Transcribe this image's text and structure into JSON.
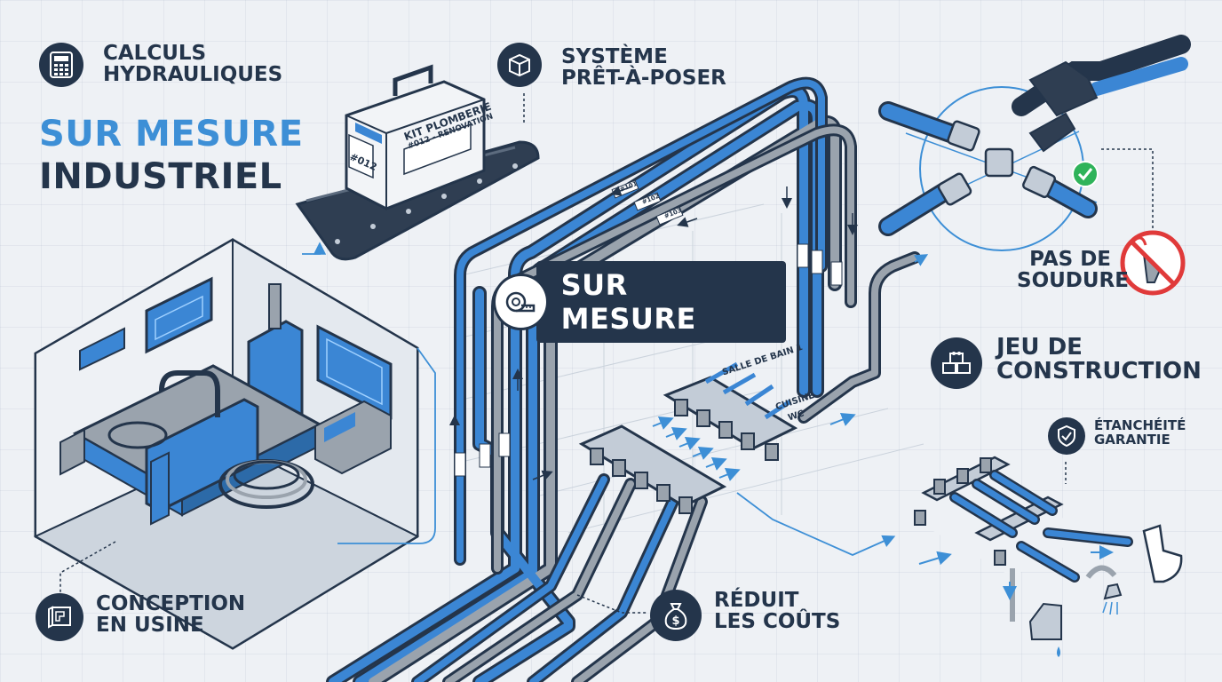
{
  "hero": {
    "line1": "SUR MESURE",
    "line2": "INDUSTRIEL"
  },
  "features": {
    "calculs": {
      "line1": "CALCULS",
      "line2": "HYDRAULIQUES",
      "icon": "calculator-icon"
    },
    "systeme": {
      "line1": "SYSTÈME",
      "line2": "PRÊT-À-POSER",
      "icon": "box-icon"
    },
    "soudure": {
      "line1": "PAS DE",
      "line2": "SOUDURE",
      "icon": "no-welding-icon"
    },
    "construction": {
      "line1": "JEU DE",
      "line2": "CONSTRUCTION",
      "icon": "blocks-icon"
    },
    "etancheite": {
      "line1": "ÉTANCHÉITÉ",
      "line2": "GARANTIE",
      "icon": "shield-check-icon"
    },
    "couts": {
      "line1": "RÉDUIT",
      "line2": "LES COÛTS",
      "icon": "money-bag-icon"
    },
    "conception": {
      "line1": "CONCEPTION",
      "line2": "EN USINE",
      "icon": "blueprint-icon"
    }
  },
  "center": {
    "title": "SUR MESURE",
    "icon": "tape-measure-icon"
  },
  "kit": {
    "line1": "KIT PLOMBERIE",
    "line2": "#012 - RENOVATION",
    "code": "#012"
  },
  "manifold_labels": {
    "salle_de_bain": "SALLE DE BAIN 1",
    "cuisine": "CUISINE",
    "wc": "WC"
  },
  "pipe_tags": [
    "#101",
    "#102",
    "#103"
  ],
  "colors": {
    "navy": "#24354b",
    "blue": "#3d8fd6",
    "pipe_blue": "#3b86d4",
    "pipe_grey": "#9aa3ad",
    "red": "#e03a3a",
    "green": "#2fb35a",
    "background": "#eef1f5"
  }
}
